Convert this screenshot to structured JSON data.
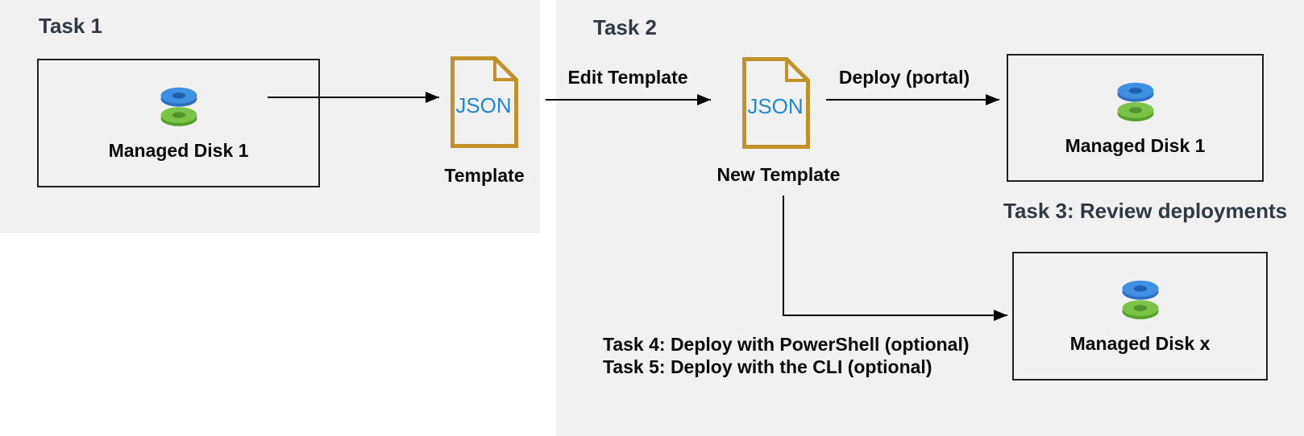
{
  "task1": {
    "heading": "Task 1",
    "disk_box": {
      "label": "Managed Disk 1"
    },
    "template_icon": {
      "file_type": "JSON",
      "caption": "Template"
    }
  },
  "task2": {
    "heading": "Task 2",
    "edit_arrow_label": "Edit Template",
    "template_icon": {
      "file_type": "JSON",
      "caption": "New Template"
    },
    "deploy_arrow_label": "Deploy (portal)",
    "disk_box": {
      "label": "Managed Disk 1"
    }
  },
  "task3": {
    "heading": "Task 3: Review deployments",
    "disk_box": {
      "label": "Managed Disk x"
    }
  },
  "task45": {
    "line1": "Task 4: Deploy with PowerShell (optional)",
    "line2": "Task 5: Deploy with the CLI (optional)"
  },
  "icons": {
    "managed_disk": "stacked blue-over-green donut disks",
    "json_file": "gold outlined document with folded corner"
  },
  "colors": {
    "panel_background": "#f1f1f1",
    "heading_text": "#303a46",
    "label_text": "#0a0a0a",
    "box_border": "#1f1f1f",
    "arrow": "#000000",
    "json_border_gold": "#c2922a",
    "json_text_blue": "#2186d3",
    "disk_blue": "#3f8fe2",
    "disk_blue_side": "#2d6fc4",
    "disk_blue_hole": "#1e5fae",
    "disk_green": "#7ac347",
    "disk_green_side": "#57a12d",
    "disk_green_hole": "#4e932b"
  }
}
